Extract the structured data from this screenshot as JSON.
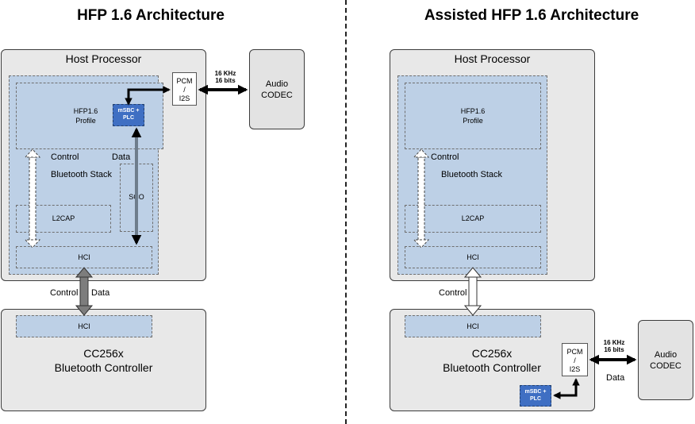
{
  "left": {
    "title": "HFP 1.6 Architecture",
    "host_processor": "Host Processor",
    "profile_line1": "HFP1.6",
    "profile_line2": "Profile",
    "bluetooth_stack": "Bluetooth Stack",
    "control": "Control",
    "data": "Data",
    "sco": "SCO",
    "l2cap": "L2CAP",
    "hci": "HCI",
    "msbc_line1": "mSBC +",
    "msbc_line2": "PLC",
    "pcm_line1": "PCM",
    "pcm_line2": "/",
    "pcm_line3": "I2S",
    "rate_line1": "16 KHz",
    "rate_line2": "16 bits",
    "codec_line1": "Audio",
    "codec_line2": "CODEC",
    "link_control": "Control",
    "link_data": "Data",
    "controller_hci": "HCI",
    "controller_line1": "CC256x",
    "controller_line2": "Bluetooth Controller"
  },
  "right": {
    "title": "Assisted HFP 1.6 Architecture",
    "host_processor": "Host Processor",
    "profile_line1": "HFP1.6",
    "profile_line2": "Profile",
    "bluetooth_stack": "Bluetooth Stack",
    "control": "Control",
    "l2cap": "L2CAP",
    "hci": "HCI",
    "link_control": "Control",
    "controller_hci": "HCI",
    "controller_line1": "CC256x",
    "controller_line2": "Bluetooth Controller",
    "pcm_line1": "PCM",
    "pcm_line2": "/",
    "pcm_line3": "I2S",
    "msbc_line1": "mSBC +",
    "msbc_line2": "PLC",
    "rate_line1": "16 KHz",
    "rate_line2": "16 bits",
    "data": "Data",
    "codec_line1": "Audio",
    "codec_line2": "CODEC"
  },
  "colors": {
    "panel": "#e8e8e8",
    "stack_blue": "#bdd0e6",
    "msbc_blue": "#3f6fc3",
    "arrow_gray": "#7d7d7d"
  }
}
